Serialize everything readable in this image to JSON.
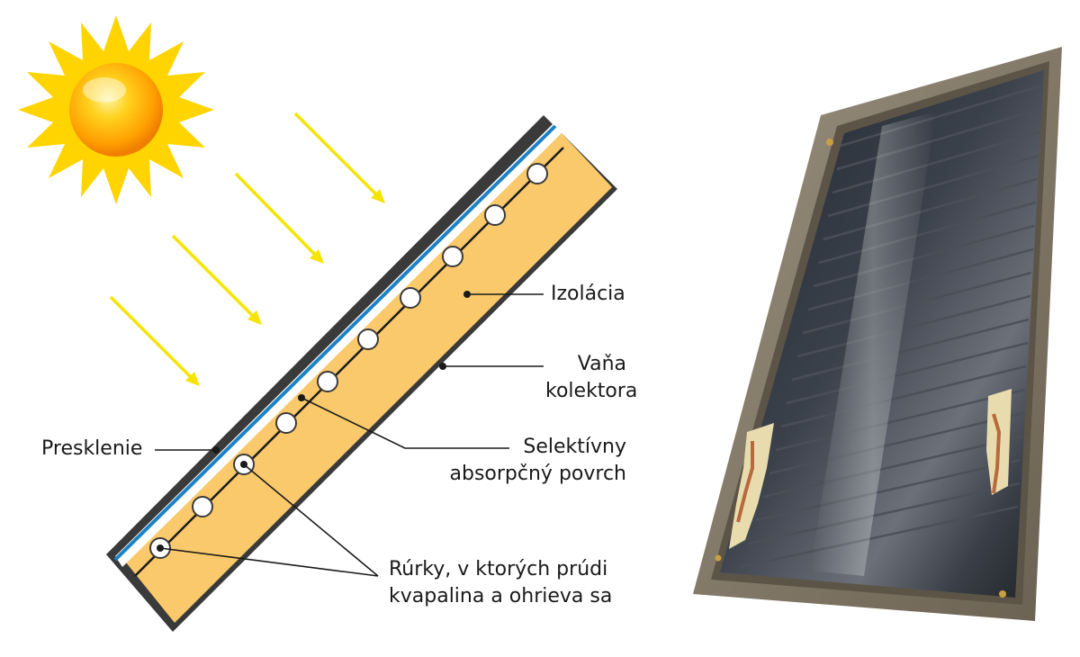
{
  "labels": {
    "izolacia": "Izolácia",
    "vana_line1": "Vaňa",
    "vana_line2": "kolektora",
    "presklenie": "Presklenie",
    "selektivny_line1": "Selektívny",
    "selektivny_line2": "absorpčný povrch",
    "rurky_line1": "Rúrky, v ktorých prúdi",
    "rurky_line2": "kvapalina a ohrieva sa"
  },
  "colors": {
    "sun_core": "#ffb000",
    "sun_rays": "#ffd400",
    "arrows": "#f5e400",
    "insulation": "#fac96b",
    "glazing": "#1b82c6",
    "frame": "#3a3a3a",
    "collector_frame": "#7d7363",
    "collector_glass": "#2b2f36"
  },
  "icons": [
    "sun-icon",
    "sunlight-arrow-icon",
    "solar-collector-photo"
  ]
}
